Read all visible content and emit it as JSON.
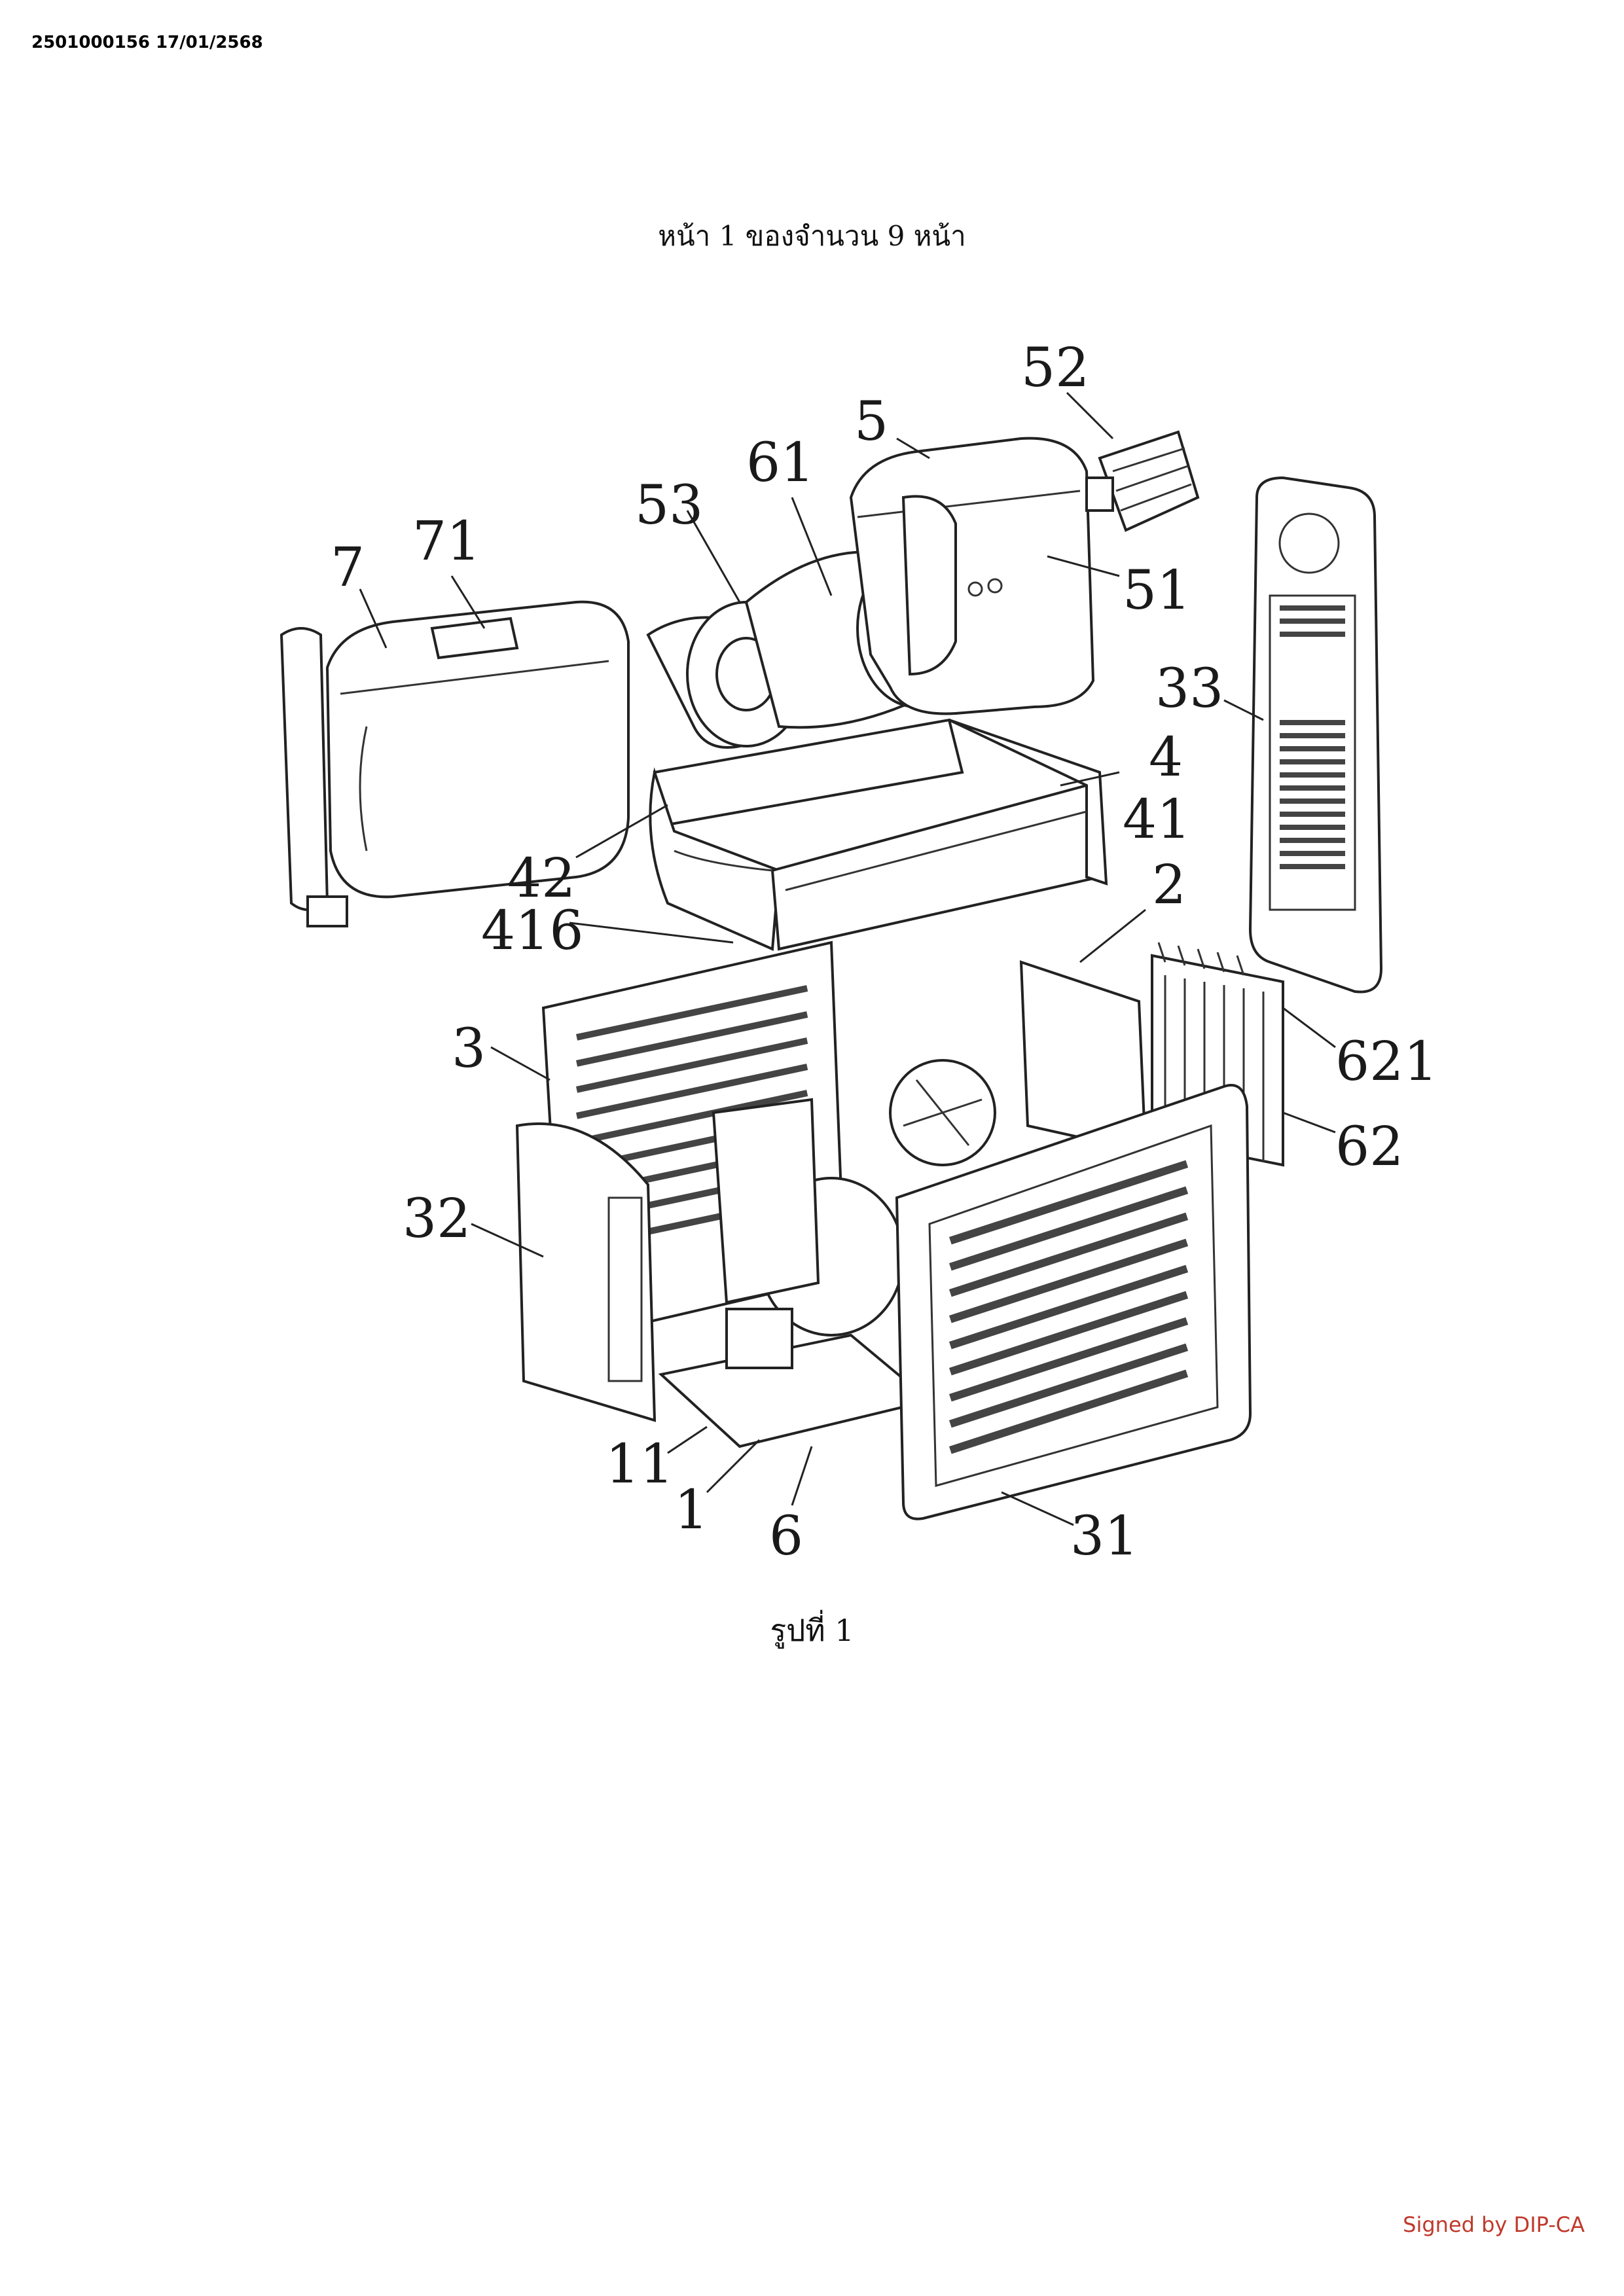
{
  "document": {
    "doc_id": "2501000156 17/01/2568",
    "page_header": "หน้า 1 ของจำนวน 9 หน้า",
    "caption": "รูปที่ 1",
    "signature": "Signed by DIP-CA"
  },
  "figure": {
    "part_labels": [
      "52",
      "5",
      "61",
      "53",
      "71",
      "7",
      "51",
      "33",
      "4",
      "41",
      "42",
      "416",
      "2",
      "3",
      "621",
      "62",
      "32",
      "11",
      "1",
      "6",
      "31"
    ]
  }
}
